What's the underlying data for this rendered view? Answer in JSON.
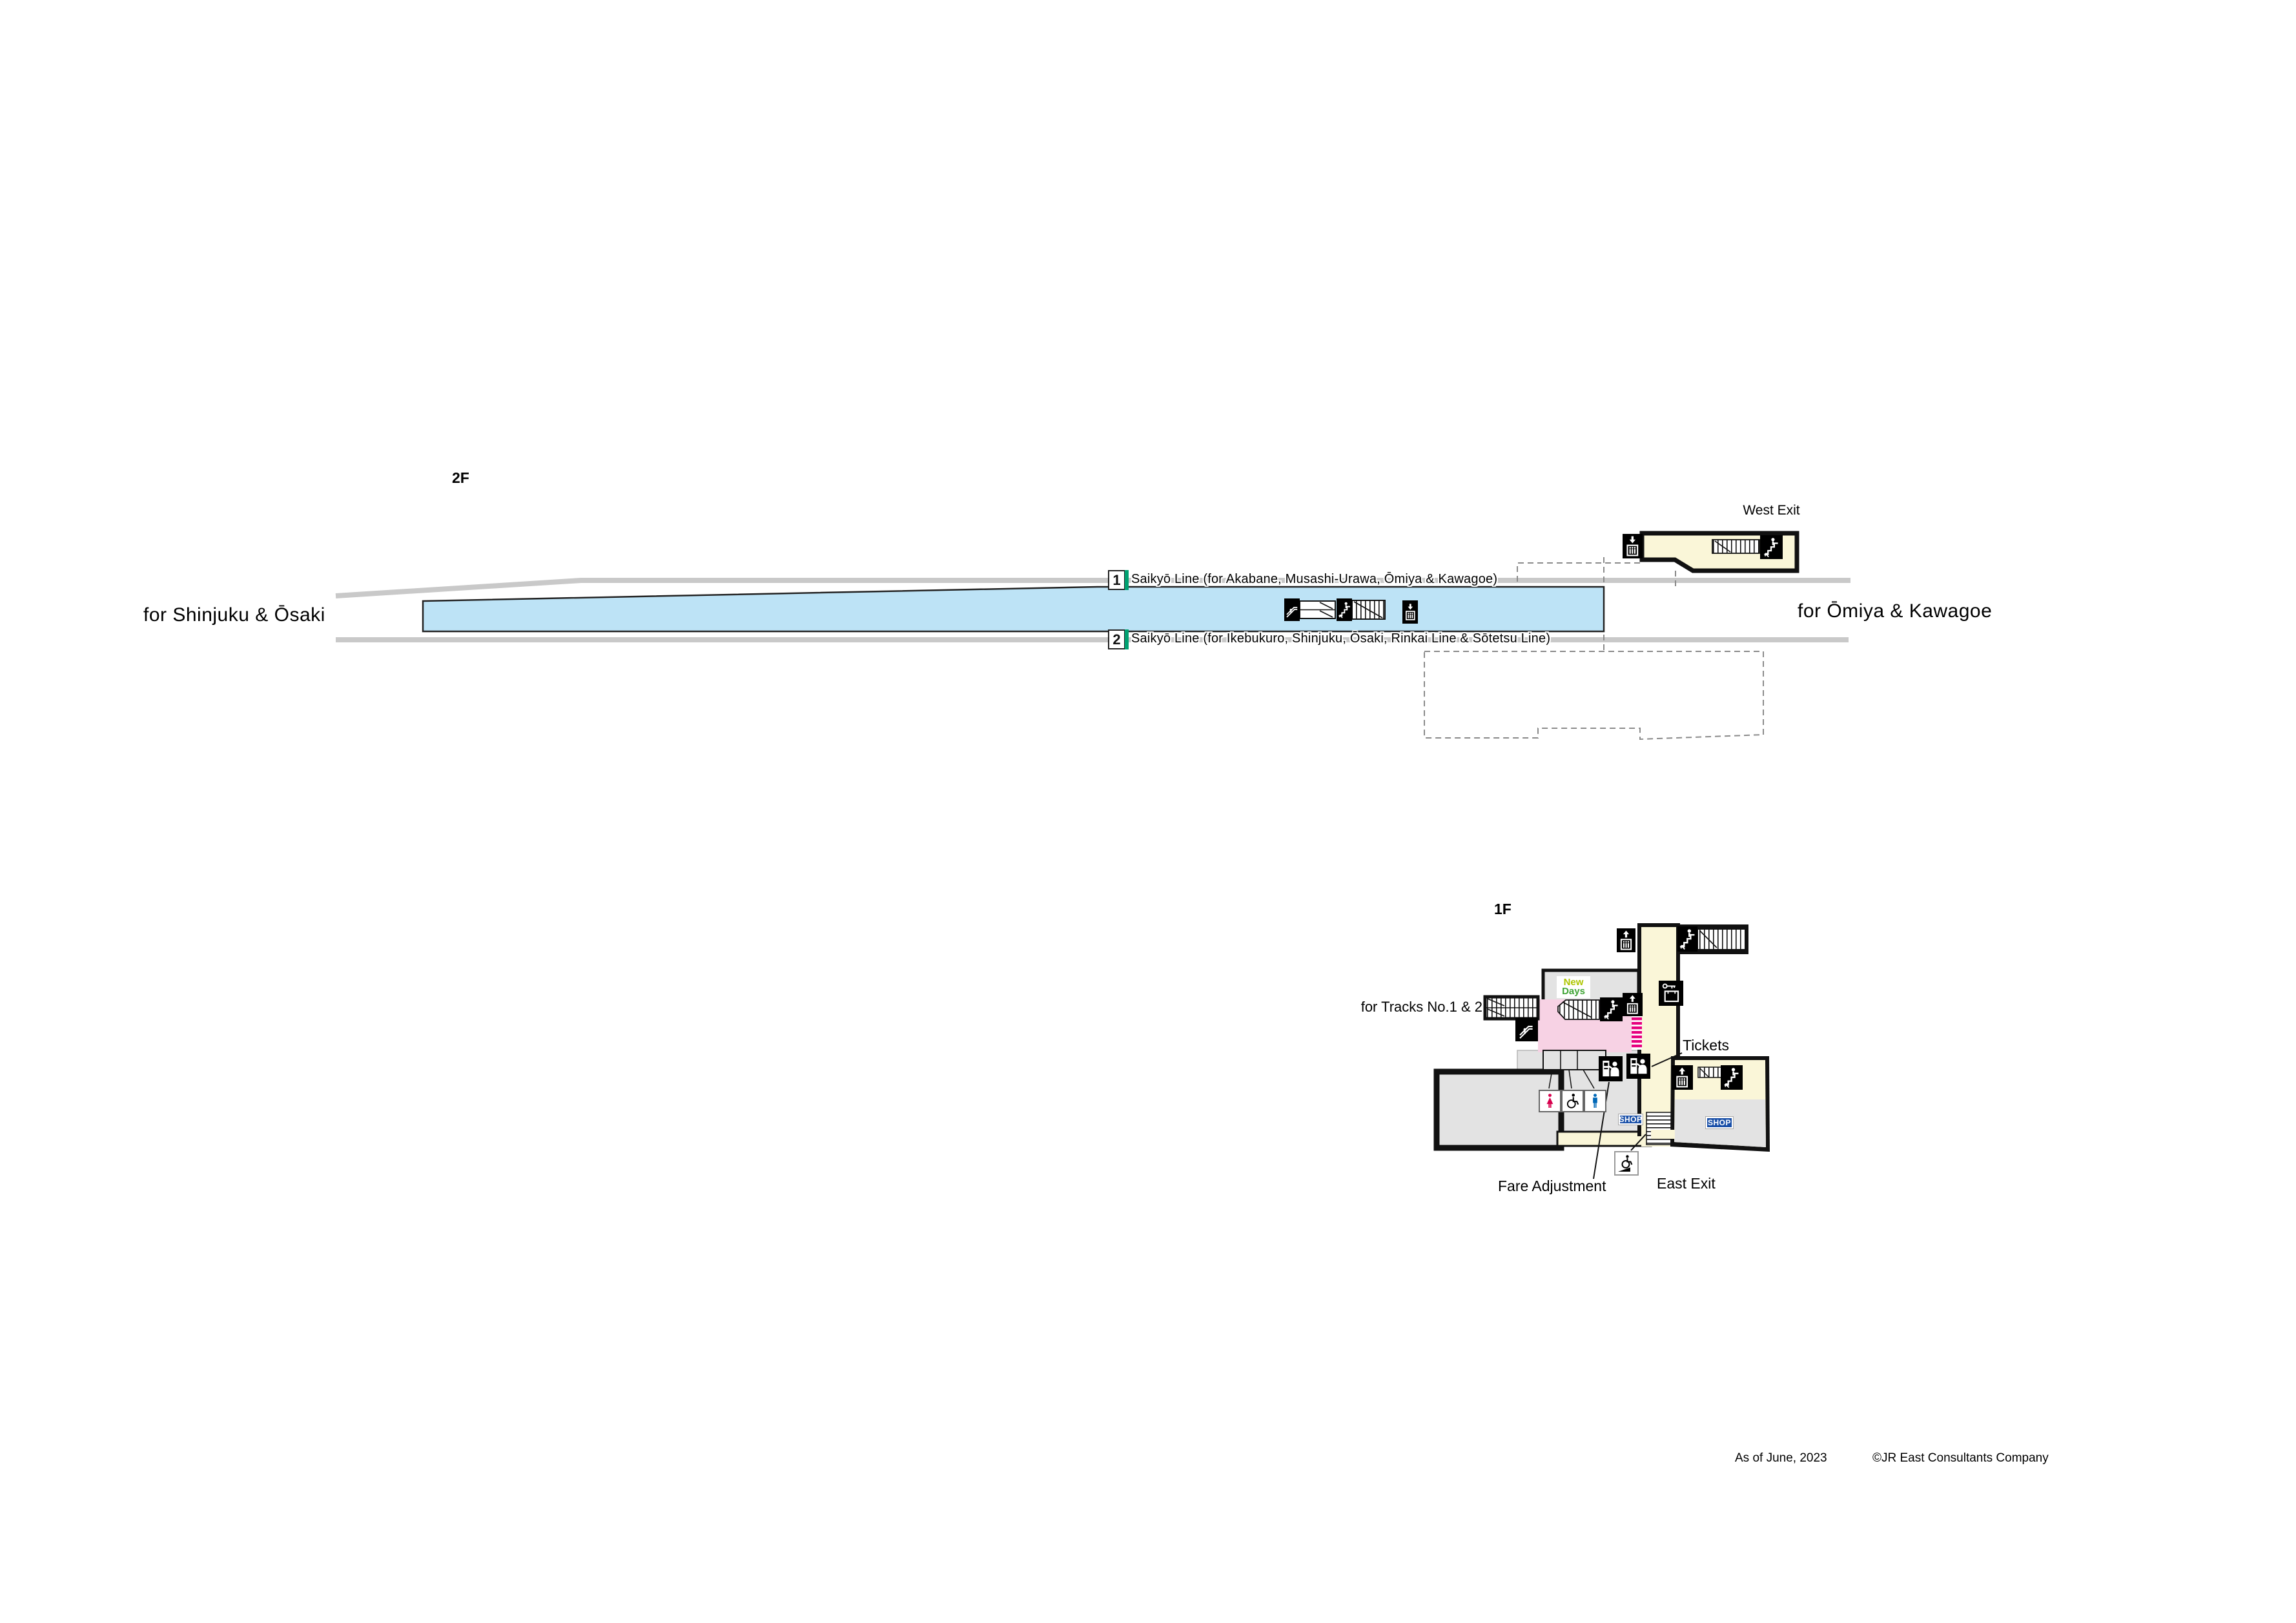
{
  "floors": {
    "f2": "2F",
    "f1": "1F"
  },
  "directions": {
    "west": "for Shinjuku & Ōsaki",
    "east": "for Ōmiya & Kawagoe"
  },
  "exits": {
    "west": "West Exit",
    "east": "East Exit"
  },
  "tracks": [
    {
      "number": "1",
      "name": "Saikyō Line (for Akabane, Musashi-Urawa, Ōmiya & Kawagoe)"
    },
    {
      "number": "2",
      "name": "Saikyō Line (for Ikebukuro, Shinjuku, Ōsaki, Rinkai Line & Sōtetsu Line)"
    }
  ],
  "labels": {
    "tracks_access": "for Tracks No.1 & 2",
    "tickets": "Tickets",
    "fare_adjustment": "Fare Adjustment"
  },
  "shops": {
    "newdays_line1": "New",
    "newdays_line2": "Days",
    "shop_left": "SHOP",
    "shop_right": "SHOP"
  },
  "footer": {
    "as_of": "As of June, 2023",
    "copyright": "©JR East Consultants Company"
  },
  "icons": {
    "elevator_up": "elevator-up-icon",
    "elevator_down": "elevator-down-icon",
    "stairs": "stairs-icon",
    "escalator": "escalator-icon",
    "ticket_machine": "ticket-machine-icon",
    "fare_machine": "fare-adjustment-machine-icon",
    "coin_lockers": "coin-lockers-icon",
    "restroom_women": "women-restroom-icon",
    "restroom_accessible": "accessible-restroom-icon",
    "restroom_men": "men-restroom-icon",
    "wheelchair_ramp": "wheelchair-ramp-icon"
  },
  "colors": {
    "platform_blue": "#bde3f6",
    "corridor_cream": "#faf6d8",
    "paid_area_pink": "#f7d2e4",
    "gate_magenta": "#e6007e",
    "track_gray": "#c9c9c9",
    "line_green": "#00a070",
    "shop_blue": "#1a50a8",
    "newdays_new": "#aec600",
    "newdays_days": "#3fa435",
    "women_red": "#d7004d",
    "men_blue": "#0068b7"
  }
}
